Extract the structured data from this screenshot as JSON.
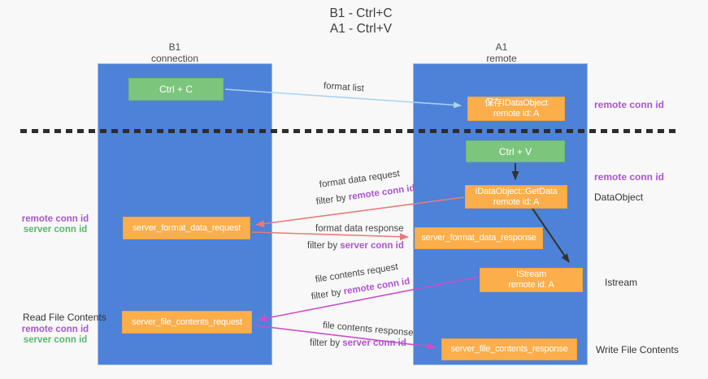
{
  "title": {
    "line1": "B1 - Ctrl+C",
    "line2": "A1 - Ctrl+V"
  },
  "columns": {
    "left": {
      "name": "B1",
      "subtitle": "connection"
    },
    "right": {
      "name": "A1",
      "subtitle": "remote"
    }
  },
  "nodes": {
    "ctrl_c": {
      "label": "Ctrl + C"
    },
    "ctrl_v": {
      "label": "Ctrl + V"
    },
    "save_idataobject": {
      "line1": "保存IDataObject",
      "line2": "remote id: A"
    },
    "idataobject_getdata": {
      "line1": "IDataObject::GetData",
      "line2": "remote id: A"
    },
    "istream": {
      "line1": "IStream",
      "line2": "remote id: A"
    },
    "server_format_data_request": {
      "label": "server_format_data_request"
    },
    "server_format_data_response": {
      "label": "server_format_data_response"
    },
    "server_file_contents_request": {
      "label": "server_file_contents_request"
    },
    "server_file_contents_response": {
      "label": "server_file_contents_response"
    }
  },
  "arrow_labels": {
    "format_list": "format list",
    "format_data_request": "format data request",
    "format_data_request_filter_prefix": "filter by ",
    "format_data_request_filter_value": "remote conn id",
    "format_data_response": "format data response",
    "format_data_response_filter_prefix": "filter by ",
    "format_data_response_filter_value": "server conn id",
    "file_contents_request": "file contents request",
    "file_contents_request_filter_prefix": "filter by ",
    "file_contents_request_filter_value": "remote conn id",
    "file_contents_response": "file contents response",
    "file_contents_response_filter_prefix": "filter by ",
    "file_contents_response_filter_value": "server conn id"
  },
  "side_labels": {
    "right_top_remote_conn_id": "remote conn id",
    "right_mid_remote_conn_id": "remote conn id",
    "dataobject": "DataObject",
    "istream": "Istream",
    "write_file_contents": "Write File Contents",
    "left_mid_remote_conn_id": "remote conn id",
    "left_mid_server_conn_id": "server conn id",
    "read_file_contents": "Read File Contents",
    "left_bottom_remote_conn_id": "remote conn id",
    "left_bottom_server_conn_id": "server conn id"
  },
  "colors": {
    "column_blue": "#4d82d8",
    "box_orange": "#fbae4a",
    "box_green": "#7cc57d",
    "arrow_light_blue": "#a9d2f2",
    "arrow_salmon": "#e87a7a",
    "arrow_magenta": "#c94fc9",
    "arrow_black": "#333333",
    "text_purple": "#ab55cd",
    "text_green": "#55b96a"
  }
}
